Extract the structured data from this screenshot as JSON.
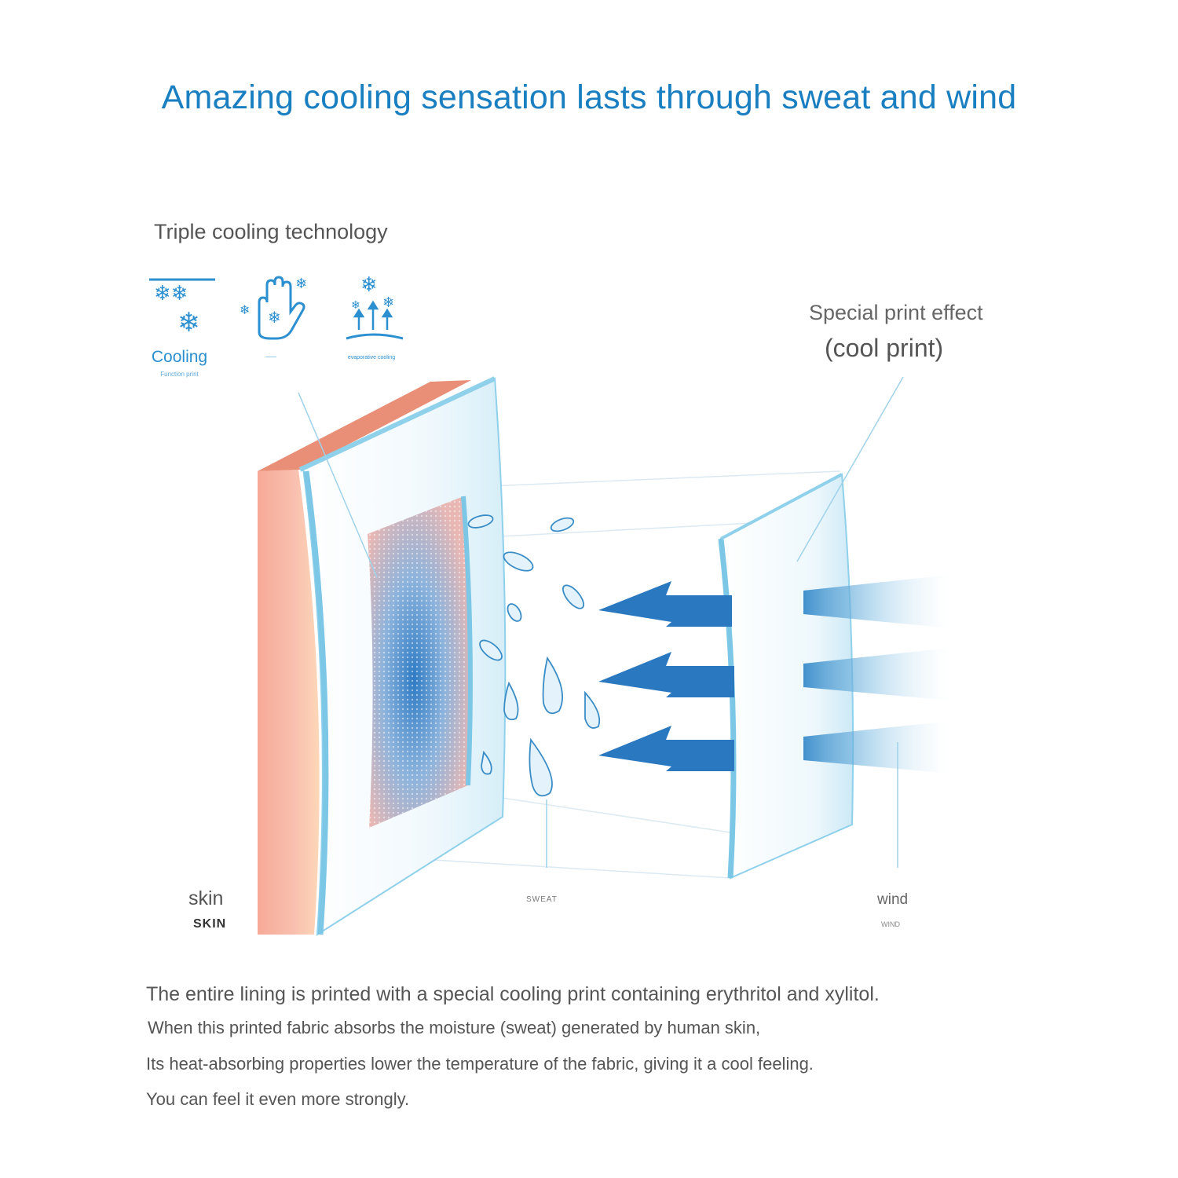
{
  "title": "Amazing cooling sensation lasts through sweat and wind",
  "section_label": "Triple cooling technology",
  "icons": [
    {
      "icon": "snowflake-cooling-icon",
      "label": "Cooling",
      "sublabel": "Function print"
    },
    {
      "icon": "hand-snowflake-icon",
      "label": "——"
    },
    {
      "icon": "evaporative-cooling-icon",
      "label": "evaporative cooling"
    }
  ],
  "callout": {
    "line1": "Special print effect",
    "line2": "(cool print)"
  },
  "labels": {
    "skin": "skin",
    "skin_caps": "SKIN",
    "sweat": "SWEAT",
    "wind": "wind",
    "wind_caps": "WIND"
  },
  "description": [
    "The entire lining is printed with a special cooling print containing erythritol and xylitol.",
    "When this printed fabric absorbs the moisture (sweat) generated by human skin,",
    "Its heat-absorbing properties lower the temperature of the fabric, giving it a cool feeling.",
    "You can feel it even more strongly."
  ],
  "colors": {
    "accent_blue": "#1a7fc1",
    "arrow_blue": "#2a78bf",
    "skin_pink": "#f4a898",
    "fabric_edge": "#8fd0ea"
  }
}
